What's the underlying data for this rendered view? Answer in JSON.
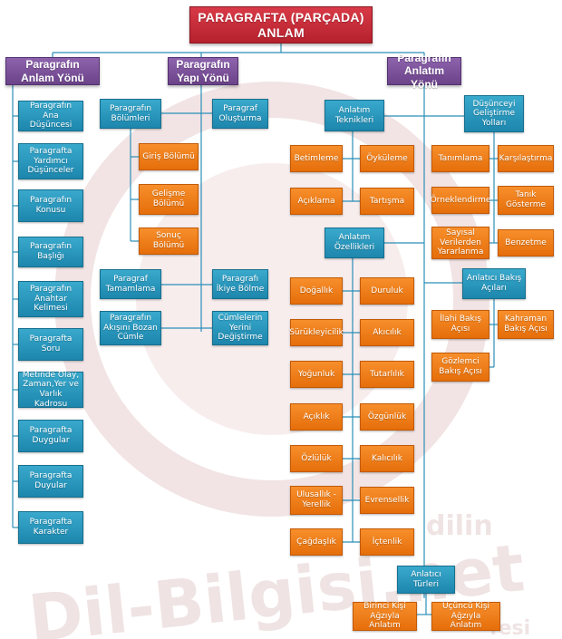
{
  "colors": {
    "root": "#c52a36",
    "category": "#7b4f9d",
    "blue_node": "#2a98bf",
    "orange_node": "#f27d16",
    "connector": "#2b8fb8",
    "watermark": "#ecdcdc"
  },
  "watermark": {
    "main": "Dil-Bilgisi.net",
    "small_top": "dilin",
    "small_bottom": "fesi"
  },
  "root": "PARAGRAFTA (PARÇADA) ANLAM",
  "categories": {
    "anlam": "Paragrafın Anlam Yönü",
    "yapi": "Paragrafın Yapı Yönü",
    "anlatim": "Paragrafın Anlatım Yönü"
  },
  "anlam_items": [
    "Paragrafın Ana Düşüncesi",
    "Paragrafta Yardımcı Düşünceler",
    "Paragrafın Konusu",
    "Paragrafın Başlığı",
    "Paragrafın Anahtar Kelimesi",
    "Paragrafta Soru",
    "Metinde Olay, Zaman,Yer ve Varlık Kadrosu",
    "Paragrafta Duygular",
    "Paragrafta Duyular",
    "Paragrafta Karakter"
  ],
  "yapi": {
    "bolumler": "Paragrafın Bölümleri",
    "giris": "Giriş Bölümü",
    "gelisme": "Gelişme Bölümü",
    "sonuc": "Sonuç Bölümü",
    "olusturma": "Paragraf Oluşturma",
    "tamamlama": "Paragraf Tamamlama",
    "ikiye_bolme": "Paragrafı İkiye Bölme",
    "akis_bozan": "Paragrafın Akışını Bozan Cümle",
    "yer_degistirme": "Cümlelerin Yerini Değiştirme"
  },
  "anlatim": {
    "teknikler": "Anlatım Teknikleri",
    "betimleme": "Betimleme",
    "oykuleme": "Öyküleme",
    "aciklama": "Açıklama",
    "tartisma": "Tartışma",
    "ozellikler": "Anlatım Özellikleri",
    "ozellik_items": [
      "Doğallık",
      "Duruluk",
      "Sürükleyicilik",
      "Akıcılık",
      "Yoğunluk",
      "Tutarlılık",
      "Açıklık",
      "Özgünlük",
      "Özlülük",
      "Kalıcılık",
      "Ulusallık - Yerellik",
      "Evrensellik",
      "Çağdaşlık",
      "İçtenlik"
    ],
    "turler": "Anlatıcı Türleri",
    "birinci": "Birinci Kişi Ağzıyla Anlatım",
    "ucuncu": "Üçüncü Kişi Ağzıyla Anlatım",
    "dusunce_yollari": "Düşünceyi Geliştirme Yolları",
    "tanimlama": "Tanımlama",
    "karsilastirma": "Karşılaştırma",
    "orneklendirme": "Örneklendirme",
    "tanik": "Tanık Gösterme",
    "sayisal": "Sayısal Verilerden Yararlanma",
    "benzetme": "Benzetme",
    "bakis_acilari": "Anlatıcı Bakış Açıları",
    "ilahi": "İlahi Bakış Açısı",
    "kahraman": "Kahraman Bakış Açısı",
    "gozlemci": "Gözlemci Bakış Açısı"
  }
}
